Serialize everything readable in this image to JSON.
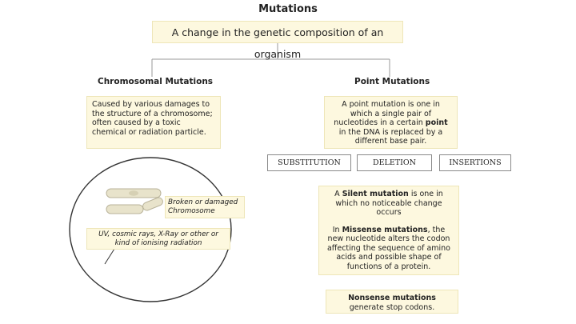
{
  "title": "Mutations",
  "root": "A change in the genetic composition of an organism",
  "chromosomal": {
    "heading": "Chromosomal Mutations",
    "description": "Caused by various damages to the structure of a chromosome; often caused by a toxic chemical or radiation particle.",
    "broken_label_1": "Broken or damaged",
    "broken_label_2": "Chromosome",
    "uv_label_1": "UV, cosmic rays, X-Ray or other or",
    "uv_label_2": "kind of ionising radiation"
  },
  "point": {
    "heading": "Point Mutations",
    "description_1": "A point mutation is one in which a single pair of nucleotides in a certain ",
    "description_bold": "point",
    "description_2": " in the DNA is replaced by a different base pair."
  },
  "types": {
    "substitution": "SUBSTITUTION",
    "deletion": "DELETION",
    "insertions": "INSERTIONS"
  },
  "silent": {
    "prefix": "A ",
    "term": "Silent mutation",
    "rest": " is one in which no noticeable change occurs"
  },
  "missense": {
    "prefix": "In ",
    "term": "Missense mutations",
    "rest": ", the new nucleotide alters the codon affecting the sequence of amino acids and possible shape of functions of a protein."
  },
  "nonsense": {
    "term": "Nonsense mutations",
    "rest": " generate stop codons."
  }
}
